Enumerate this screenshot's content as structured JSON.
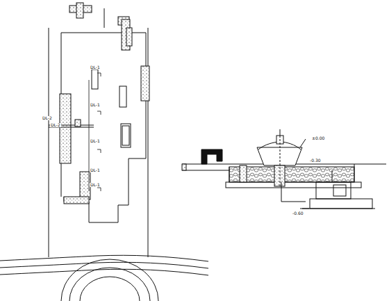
{
  "diagram": {
    "labels": [
      "DL-2",
      "DL-1",
      "DL-1",
      "DL-1",
      "DL-1",
      "DL-1",
      "DL-2",
      "±0.00",
      "-0.30",
      "-0.60"
    ]
  }
}
